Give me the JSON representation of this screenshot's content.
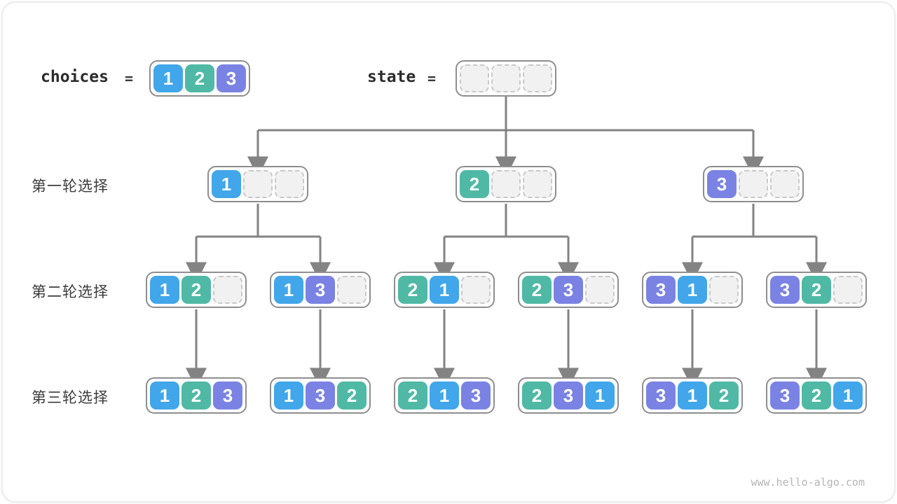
{
  "header": {
    "choices_label": "choices",
    "choices_equals": "=",
    "state_label": "state",
    "state_equals": "=",
    "choices_values": [
      "1",
      "2",
      "3"
    ],
    "state_values": [
      "",
      "",
      ""
    ]
  },
  "rows": [
    {
      "label": "第一轮选择",
      "boxes": [
        [
          "1",
          "",
          ""
        ],
        [
          "2",
          "",
          ""
        ],
        [
          "3",
          "",
          ""
        ]
      ]
    },
    {
      "label": "第二轮选择",
      "boxes": [
        [
          "1",
          "2",
          ""
        ],
        [
          "1",
          "3",
          ""
        ],
        [
          "2",
          "1",
          ""
        ],
        [
          "2",
          "3",
          ""
        ],
        [
          "3",
          "1",
          ""
        ],
        [
          "3",
          "2",
          ""
        ]
      ]
    },
    {
      "label": "第三轮选择",
      "boxes": [
        [
          "1",
          "2",
          "3"
        ],
        [
          "1",
          "3",
          "2"
        ],
        [
          "2",
          "1",
          "3"
        ],
        [
          "2",
          "3",
          "1"
        ],
        [
          "3",
          "1",
          "2"
        ],
        [
          "3",
          "2",
          "1"
        ]
      ]
    }
  ],
  "watermark": "www.hello-algo.com",
  "colors": {
    "1": "#41a6ea",
    "2": "#4fb9a5",
    "3": "#7a83e3",
    "arrow": "#838383"
  }
}
